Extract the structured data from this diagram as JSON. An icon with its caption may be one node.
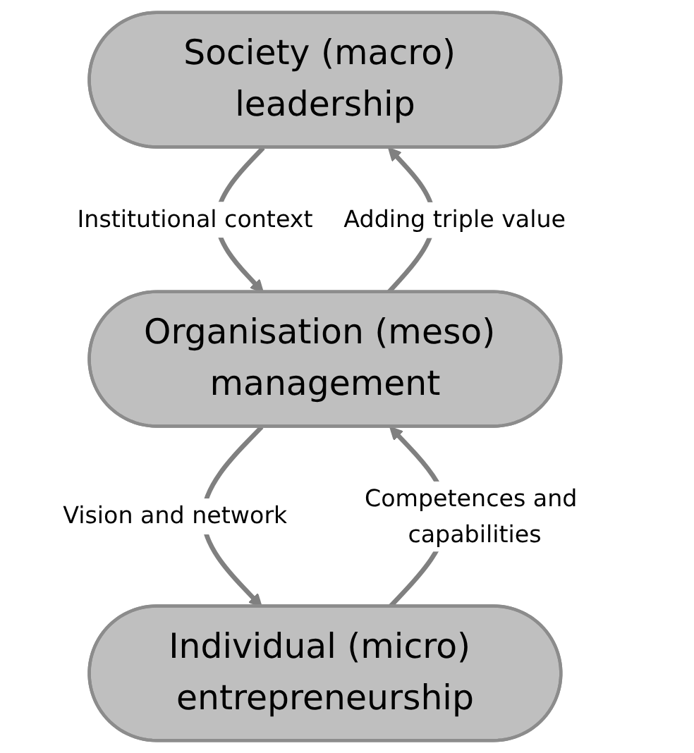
{
  "diagram": {
    "nodes": [
      {
        "text": [
          "Society (macro) leadership"
        ]
      },
      {
        "text": [
          "Organisation (meso) management"
        ]
      },
      {
        "text": [
          "Individual (micro) entrepreneurship"
        ]
      }
    ],
    "edges": [
      {
        "from": 0,
        "to": 1,
        "arrow": "to",
        "label": "Institutional context"
      },
      {
        "from": 1,
        "to": 0,
        "arrow": "to",
        "label": "Adding triple value"
      },
      {
        "from": 1,
        "to": 2,
        "arrow": "to",
        "label": "Vision and network"
      },
      {
        "from": 2,
        "to": 1,
        "arrow": "to",
        "label": "Competences and capabilities"
      }
    ]
  }
}
